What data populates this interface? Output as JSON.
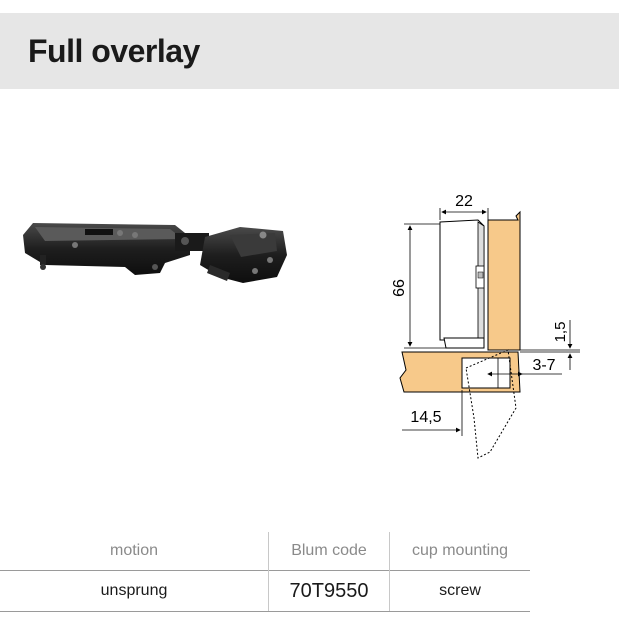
{
  "header": {
    "title": "Full overlay"
  },
  "diagram": {
    "dim_width": "22",
    "dim_height": "66",
    "dim_gap": "1,5",
    "dim_overlay": "3-7",
    "dim_offset": "14,5"
  },
  "table": {
    "headers": [
      "motion",
      "Blum code",
      "cup mounting"
    ],
    "row": [
      "unsprung",
      "70T9550",
      "screw"
    ]
  },
  "colors": {
    "header_bg": "#e6e6e6",
    "wood": "#f7c98a"
  }
}
